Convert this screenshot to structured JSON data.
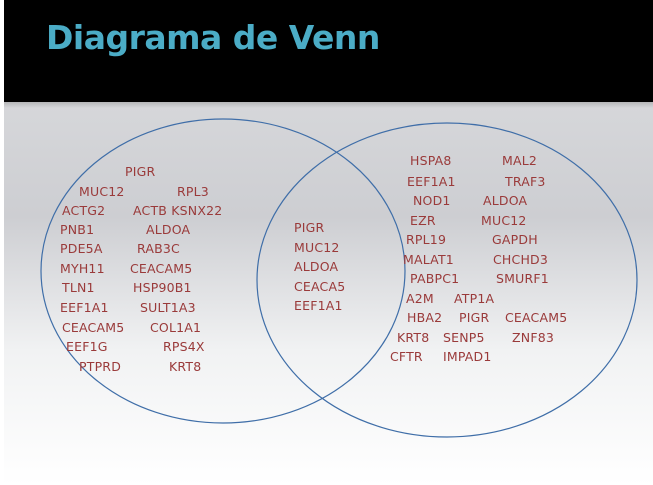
{
  "title": "Diagrama de Venn",
  "colors": {
    "title": "#4bacc6",
    "gene_text": "#9a3a3a",
    "circle_stroke": "#3f6ea8",
    "header": "#000000"
  },
  "left_circle": {
    "genes": [
      "PIGR",
      "MUC12",
      "RPL3",
      "ACTG2",
      "ACTB KSNX22",
      "PNB1",
      "ALDOA",
      "PDE5A",
      "RAB3C",
      "MYH11",
      "CEACAM5",
      "TLN1",
      "HSP90B1",
      "EEF1A1",
      "SULT1A3",
      "CEACAM5",
      "COL1A1",
      "EEF1G",
      "RPS4X",
      "PTPRD",
      "KRT8"
    ]
  },
  "intersection": {
    "genes": [
      "PIGR",
      "MUC12",
      "ALDOA",
      "CEACA5",
      "EEF1A1"
    ]
  },
  "right_circle": {
    "genes": [
      "HSPA8",
      "MAL2",
      "EEF1A1",
      "TRAF3",
      "NOD1",
      "ALDOA",
      "EZR",
      "MUC12",
      "RPL19",
      "GAPDH",
      "MALAT1",
      "CHCHD3",
      "PABPC1",
      "SMURF1",
      "A2M",
      "ATP1A",
      "HBA2",
      "PIGR",
      "CEACAM5",
      "KRT8",
      "SENP5",
      "ZNF83",
      "CFTR",
      "IMPAD1"
    ]
  }
}
